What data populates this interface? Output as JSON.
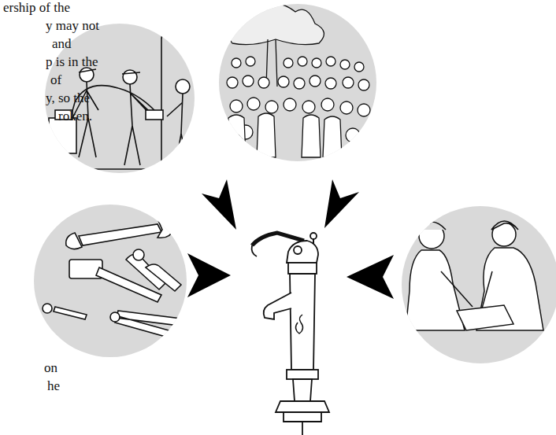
{
  "diagram": {
    "labels": [
      "ership of the",
      "y may not",
      "and",
      "p is in the",
      "of",
      "y, so the",
      "roken.",
      "on",
      "he"
    ]
  }
}
